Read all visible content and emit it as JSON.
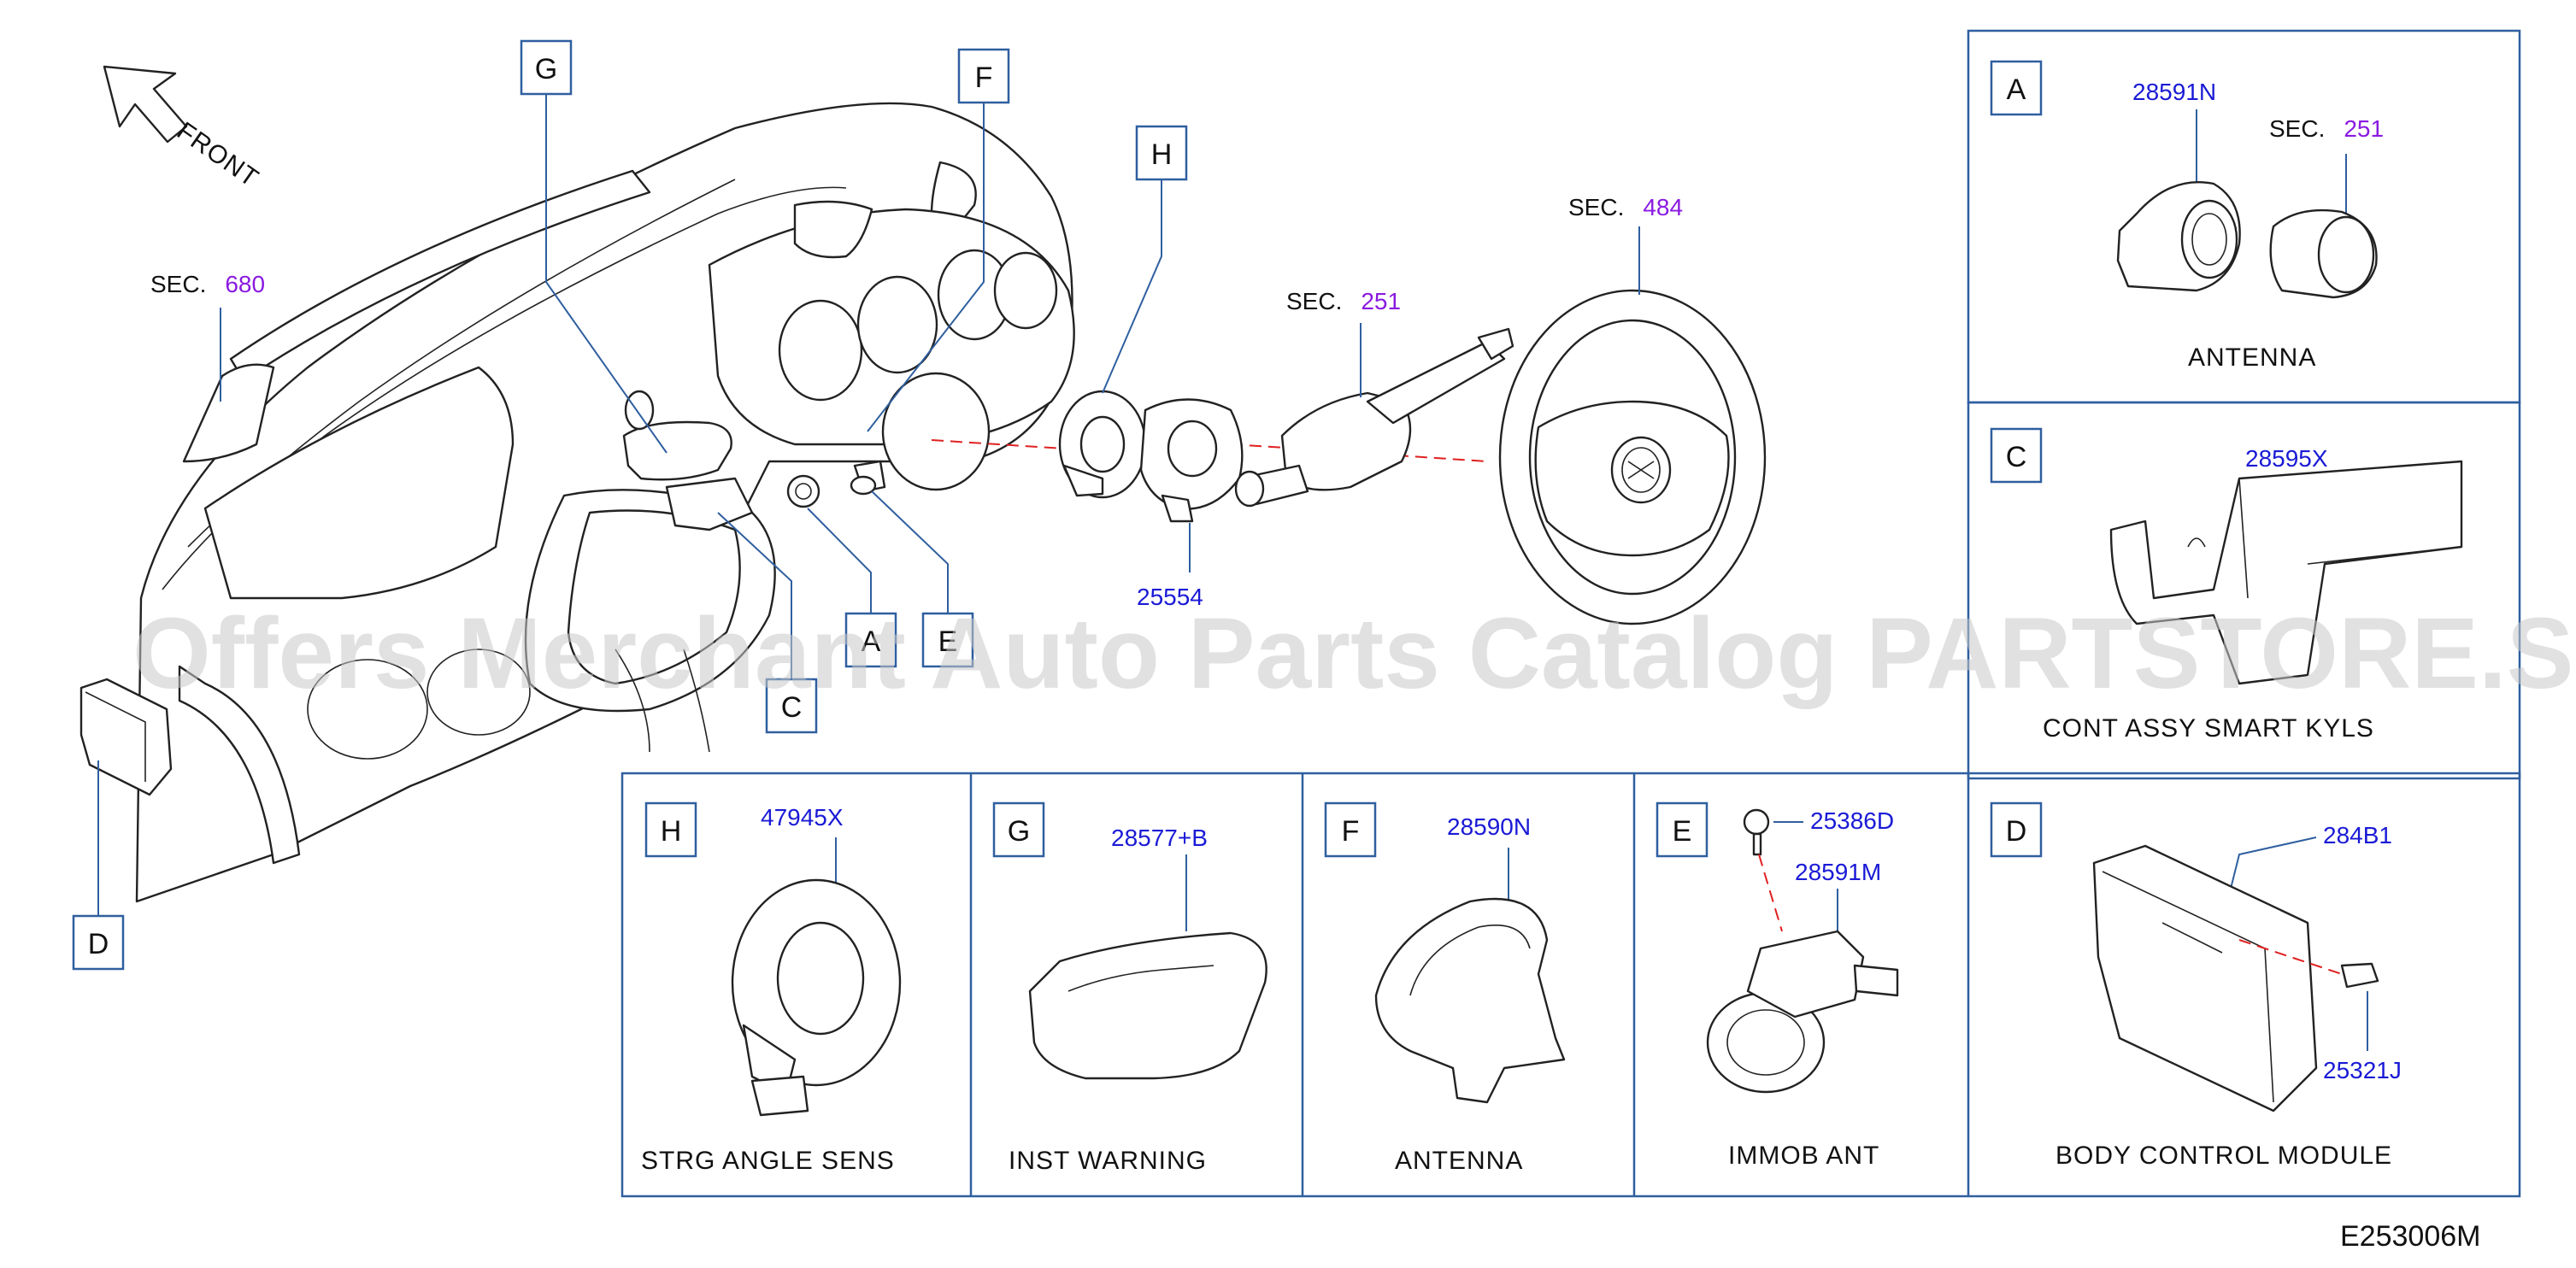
{
  "colors": {
    "part_number": "#1a1ad6",
    "section_number": "#8a1ae0",
    "frame": "#2f5f9f",
    "dashed_axis": "#e02020",
    "watermark": "#c9c9c9"
  },
  "front_label": "FRONT",
  "sec_prefix": "SEC.",
  "sections": {
    "sec680": "680",
    "sec251_main": "251",
    "sec484": "484",
    "sec251_a": "251"
  },
  "callouts": {
    "g": "G",
    "f": "F",
    "h": "H",
    "a": "A",
    "e": "E",
    "c": "C",
    "d": "D"
  },
  "main_part_numbers": {
    "p25554": "25554"
  },
  "panels": {
    "a": {
      "letter": "A",
      "part_number": "28591N",
      "name": "ANTENNA"
    },
    "c": {
      "letter": "C",
      "part_number": "28595X",
      "name": "CONT   ASSY   SMART   KYLS"
    },
    "h": {
      "letter": "H",
      "part_number": "47945X",
      "name": "STRG   ANGLE   SENS"
    },
    "g": {
      "letter": "G",
      "part_number": "28577+B",
      "name": "INST   WARNING"
    },
    "f": {
      "letter": "F",
      "part_number": "28590N",
      "name": "ANTENNA"
    },
    "e": {
      "letter": "E",
      "part_number_screw": "25386D",
      "part_number": "28591M",
      "name": "IMMOB   ANT"
    },
    "d": {
      "letter": "D",
      "part_number": "284B1",
      "part_number_bolt": "25321J",
      "name": "BODY   CONTROL   MODULE"
    }
  },
  "watermark": "Offers Merchant Auto Parts Catalog PARTSTORE.SA",
  "diagram_code": "E253006M"
}
